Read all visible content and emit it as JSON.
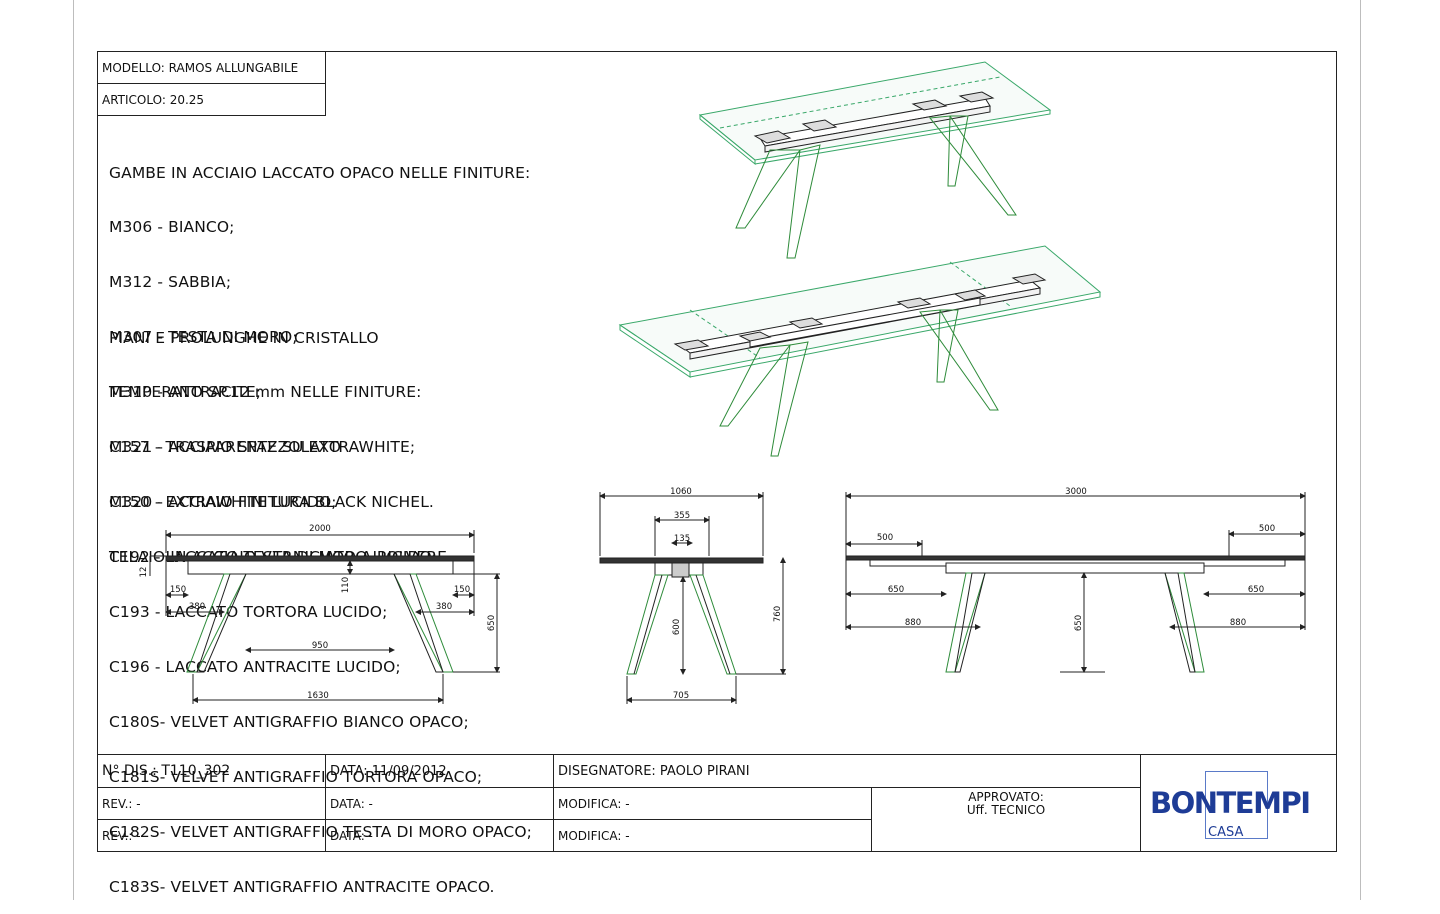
{
  "header": {
    "modello": "MODELLO: RAMOS ALLUNGABILE",
    "articolo": "ARTICOLO: 20.25"
  },
  "spec_block_1": [
    "GAMBE IN ACCIAIO LACCATO OPACO NELLE FINITURE:",
    "M306 - BIANCO;",
    "M312 - SABBIA;",
    "M307 - TESTA DI MORO;",
    "M310 - ANTRACITE;",
    "M321 - ACCIAIO SPAZZOLATO",
    "M320 - ACCIAIO FINITURA BLACK NICHEL.",
    "TELAIO IN ACCIAIO VERNICIATO A POLVERE."
  ],
  "spec_block_2": [
    "PIANI E PROLUNGHE IN CRISTALLO",
    "TEMPERATO SP.12 mm NELLE FINITURE:",
    "C157 - TRASPARENTE SU EXTRAWHITE;",
    "C150 - EXTRAWHITE LUCIDO;",
    "C192 - LACCATO TESTA DI MORO LUCIDO;",
    "C193 - LACCATO TORTORA LUCIDO;",
    "C196 - LACCATO ANTRACITE LUCIDO;",
    "C180S- VELVET ANTIGRAFFIO BIANCO OPACO;",
    "C181S- VELVET ANTIGRAFFIO TORTORA OPACO;",
    "C182S- VELVET ANTIGRAFFIO TESTA DI MORO OPACO;",
    "C183S- VELVET ANTIGRAFFIO ANTRACITE OPACO."
  ],
  "dimensions": {
    "front_closed": [
      "2000",
      "12",
      "150",
      "380",
      "110",
      "150",
      "380",
      "650",
      "950",
      "1630"
    ],
    "side": [
      "1060",
      "355",
      "135",
      "600",
      "760",
      "705"
    ],
    "front_extended": [
      "3000",
      "500",
      "500",
      "650",
      "650",
      "880",
      "880",
      "650"
    ]
  },
  "title_block": {
    "dis": "N° DIS.: T110_302",
    "data": "DATA: 11/09/2012",
    "disegnatore": "DISEGNATORE: PAOLO PIRANI",
    "rev1": "REV.: -",
    "data1": "DATA: -",
    "modifica1": "MODIFICA: -",
    "rev2": "REV.: -",
    "data2": "DATA: -",
    "modifica2": "MODIFICA: -",
    "approvato": "APPROVATO:",
    "ufficio": "Uff. TECNICO"
  },
  "logo": {
    "word": "BONTEMPI",
    "sub": "CASA",
    "color": "#1e3c96"
  },
  "colors": {
    "leg_green": "#2e8b3a",
    "glass_green": "#3aa86a"
  }
}
